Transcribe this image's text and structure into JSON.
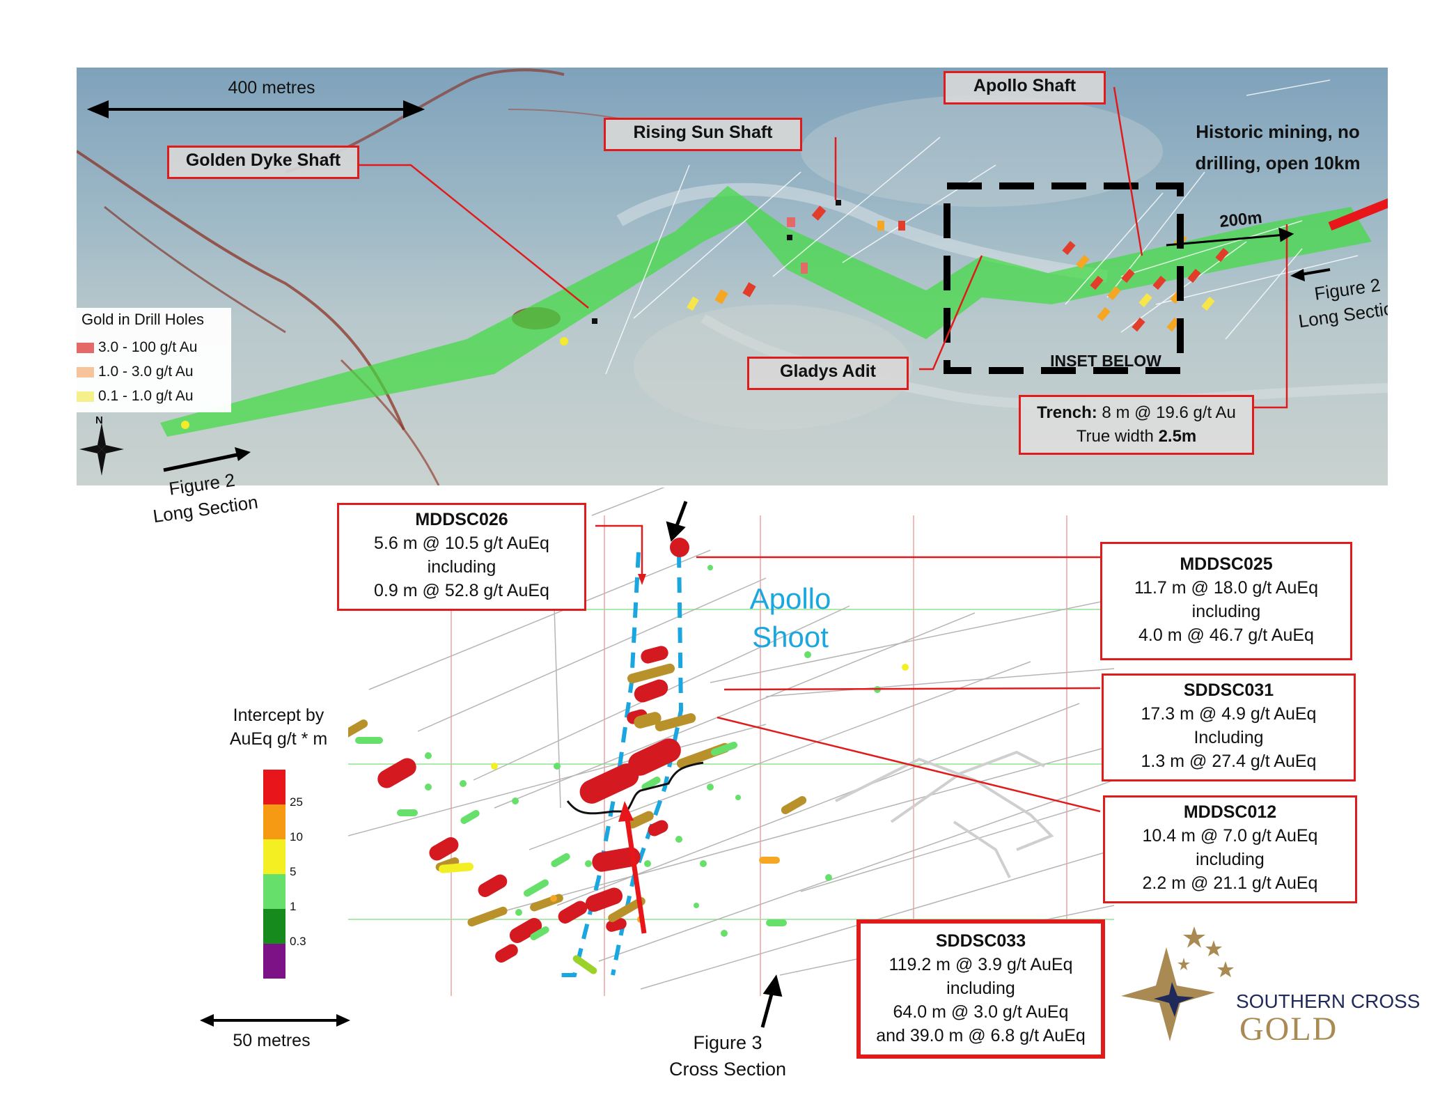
{
  "map": {
    "scale_label": "400 metres",
    "golden_dyke": "Golden Dyke  Shaft",
    "rising_sun": "Rising Sun Shaft",
    "apollo_shaft": "Apollo Shaft",
    "historic_line1": "Historic mining, no",
    "historic_line2": "drilling, open 10km",
    "dist_200": "200m",
    "gladys": "Gladys Adit",
    "inset": "INSET BELOW",
    "trench_label": "Trench:",
    "trench_value": " 8 m @ 19.6 g/t Au",
    "true_width_label": "True width ",
    "true_width_value": "2.5m",
    "fig2_right_l1": "Figure 2",
    "fig2_right_l2": "Long Section",
    "fig2_left_l1": "Figure 2",
    "fig2_left_l2": "Long Section",
    "north": "N",
    "legend": {
      "title": "Gold in Drill Holes",
      "items": [
        {
          "label": "3.0 - 100 g/t Au",
          "color": "#e46a6a"
        },
        {
          "label": "1.0 - 3.0 g/t Au",
          "color": "#f7c39a"
        },
        {
          "label": "0.1 - 1.0 g/t Au",
          "color": "#f5f08a"
        }
      ]
    }
  },
  "section": {
    "shoot_l1": "Apollo",
    "shoot_l2": "Shoot",
    "shoot_color": "#1aa7e0",
    "fig3_l1": "Figure 3",
    "fig3_l2": "Cross Section",
    "scale_label": "50 metres",
    "intercept_title_l1": "Intercept by",
    "intercept_title_l2": "AuEq g/t * m",
    "colorbar": [
      {
        "label": "25",
        "color": "#e8161a"
      },
      {
        "label": "10",
        "color": "#f59a12"
      },
      {
        "label": "5",
        "color": "#f4ef22"
      },
      {
        "label": "1",
        "color": "#67e06b"
      },
      {
        "label": "0.3",
        "color": "#178a1e"
      },
      {
        "label": "",
        "color": "#7d1186"
      }
    ]
  },
  "boxes": {
    "mddsc026": {
      "id": "MDDSC026",
      "l1": "5.6 m @ 10.5 g/t AuEq",
      "l2": "including",
      "l3": "0.9 m @ 52.8 g/t AuEq"
    },
    "mddsc025": {
      "id": "MDDSC025",
      "l1": "11.7 m @ 18.0 g/t AuEq",
      "l2": "including",
      "l3": "4.0 m @ 46.7 g/t AuEq"
    },
    "sddsc031": {
      "id": "SDDSC031",
      "l1": "17.3 m @ 4.9 g/t AuEq",
      "l2": "Including",
      "l3": "1.3 m @ 27.4 g/t AuEq"
    },
    "mddsc012": {
      "id": "MDDSC012",
      "l1": "10.4 m @ 7.0 g/t AuEq",
      "l2": "including",
      "l3": "2.2 m @ 21.1 g/t AuEq"
    },
    "sddsc033": {
      "id": "SDDSC033",
      "l1": "119.2 m @ 3.9 g/t AuEq",
      "l2": "including",
      "l3": "64.0 m @ 3.0 g/t AuEq",
      "l4": "and 39.0 m @ 6.8 g/t AuEq"
    }
  },
  "brand": {
    "line1": "SOUTHERN CROSS",
    "line2": "GOLD",
    "navy": "#1f2a5a",
    "gold": "#a88a52"
  }
}
